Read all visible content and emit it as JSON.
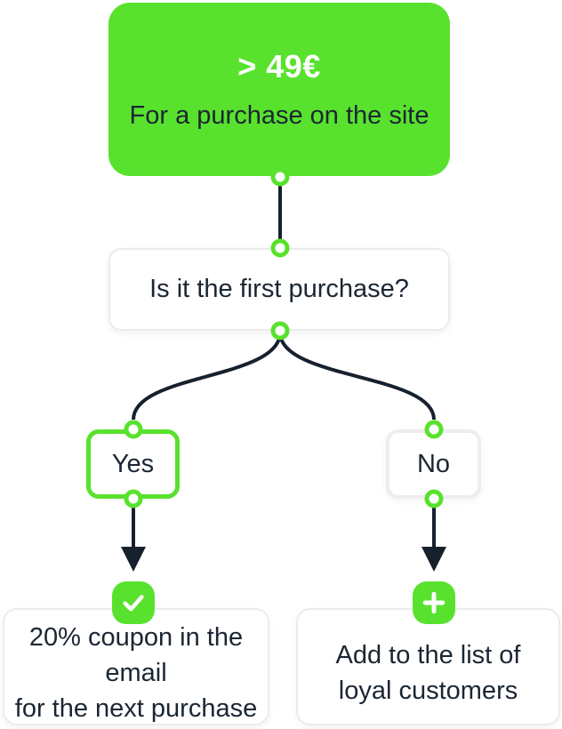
{
  "colors": {
    "accent_green": "#58E22D",
    "dark_navy": "#1B2633",
    "connector_dark": "#16212D",
    "box_border_gray": "#ECECEC",
    "background": "#FFFFFF"
  },
  "flowchart": {
    "start_node": {
      "title": "> 49€",
      "subtitle": "For a purchase on the site"
    },
    "question_node": {
      "label": "Is it the first purchase?"
    },
    "yes_node": {
      "label": "Yes"
    },
    "no_node": {
      "label": "No"
    },
    "yes_result_node": {
      "icon": "check-icon",
      "line1": "20% coupon in the email",
      "line2": "for the next purchase"
    },
    "no_result_node": {
      "icon": "plus-icon",
      "line1": "Add to the list of",
      "line2": "loyal customers"
    }
  }
}
